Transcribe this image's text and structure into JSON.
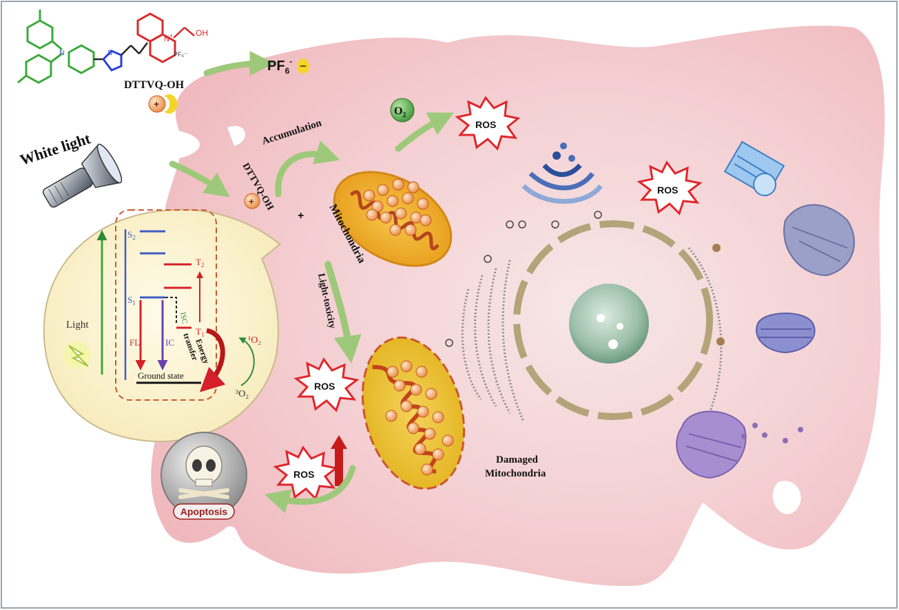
{
  "title": "",
  "compound": {
    "name": "DTTVQ-OH",
    "counterion_main": "PF",
    "counterion_sub": "6",
    "counterion_sup": "-",
    "n_plus": "+",
    "oh": "OH",
    "s_atom": "S",
    "n_atom": "N",
    "pf6_small": "PF₆⁻"
  },
  "light": {
    "label": "White light"
  },
  "jablonski": {
    "s1": "S",
    "s1_sub": "1",
    "s2": "S",
    "s2_sub": "2",
    "t1": "T",
    "t1_sub": "1",
    "t2": "T",
    "t2_sub": "2",
    "light": "Light",
    "fl": "FL",
    "ic": "IC",
    "isc": "ISC",
    "ground": "Ground state",
    "energy_transfer_1": "Energy",
    "energy_transfer_2": "transfer",
    "singlet_o2": "¹O₂",
    "triplet_o2": "³O₂"
  },
  "process": {
    "accumulation": "Accumulation",
    "dttvq_oh_label": "DTTVQ-OH",
    "plus": "+",
    "mitochondria": "Mitochondria",
    "o2": "O",
    "o2_sub": "2",
    "light_toxicity": "Light-toxicity",
    "damaged_1": "Damaged",
    "damaged_2": "Mitochondria",
    "apoptosis": "Apoptosis"
  },
  "ros": {
    "label": "ROS"
  },
  "colors": {
    "cell": "#f2c6c9",
    "arrow": "#9ec97a",
    "ros_red": "#e0262b",
    "bubble": "#fbf3d4"
  }
}
